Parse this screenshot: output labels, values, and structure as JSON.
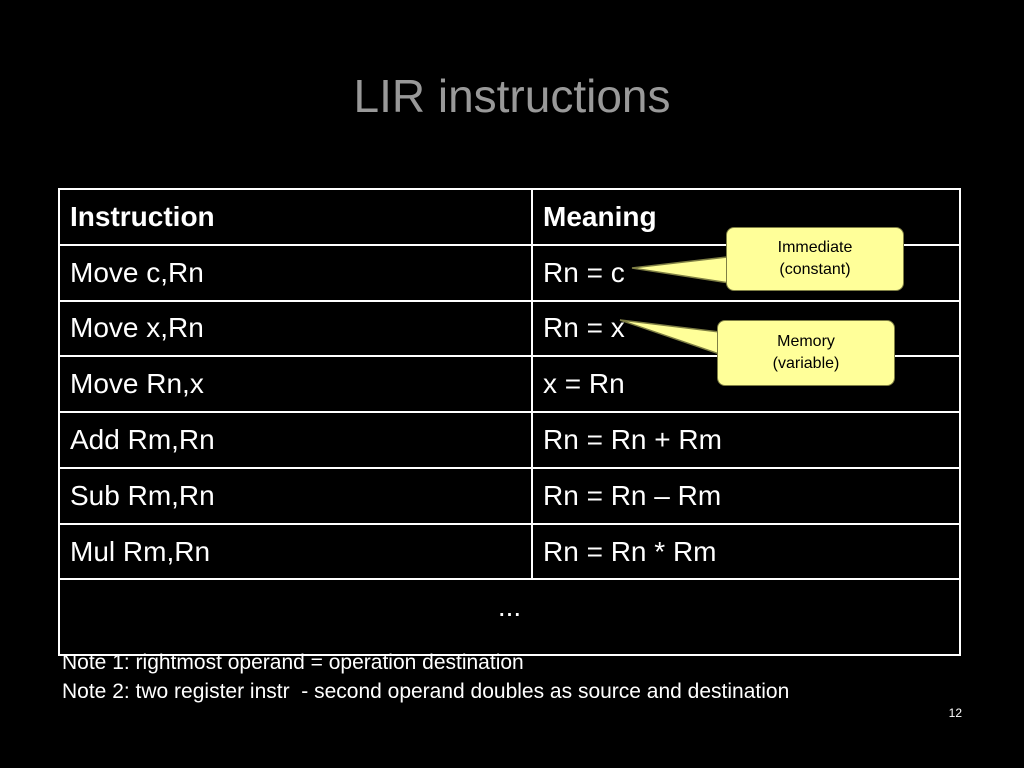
{
  "slide": {
    "title": "LIR instructions",
    "slide_number": "12"
  },
  "table": {
    "headers": [
      "Instruction",
      "Meaning"
    ],
    "rows": [
      [
        "Move c,Rn",
        "Rn = c"
      ],
      [
        "Move x,Rn",
        "Rn = x"
      ],
      [
        "Move Rn,x",
        "x = Rn"
      ],
      [
        "Add Rm,Rn",
        "Rn = Rn + Rm"
      ],
      [
        "Sub Rm,Rn",
        "Rn = Rn – Rm"
      ],
      [
        "Mul Rm,Rn",
        "Rn = Rn * Rm"
      ]
    ],
    "ellipsis": "..."
  },
  "callouts": [
    {
      "line1": "Immediate",
      "line2": "(constant)"
    },
    {
      "line1": "Memory",
      "line2": "(variable)"
    }
  ],
  "notes": [
    "Note 1: rightmost operand = operation destination",
    "Note 2: two register instr  - second operand doubles as source and destination"
  ],
  "colors": {
    "background": "#000000",
    "title": "#999999",
    "callout_fill": "#ffff99"
  }
}
